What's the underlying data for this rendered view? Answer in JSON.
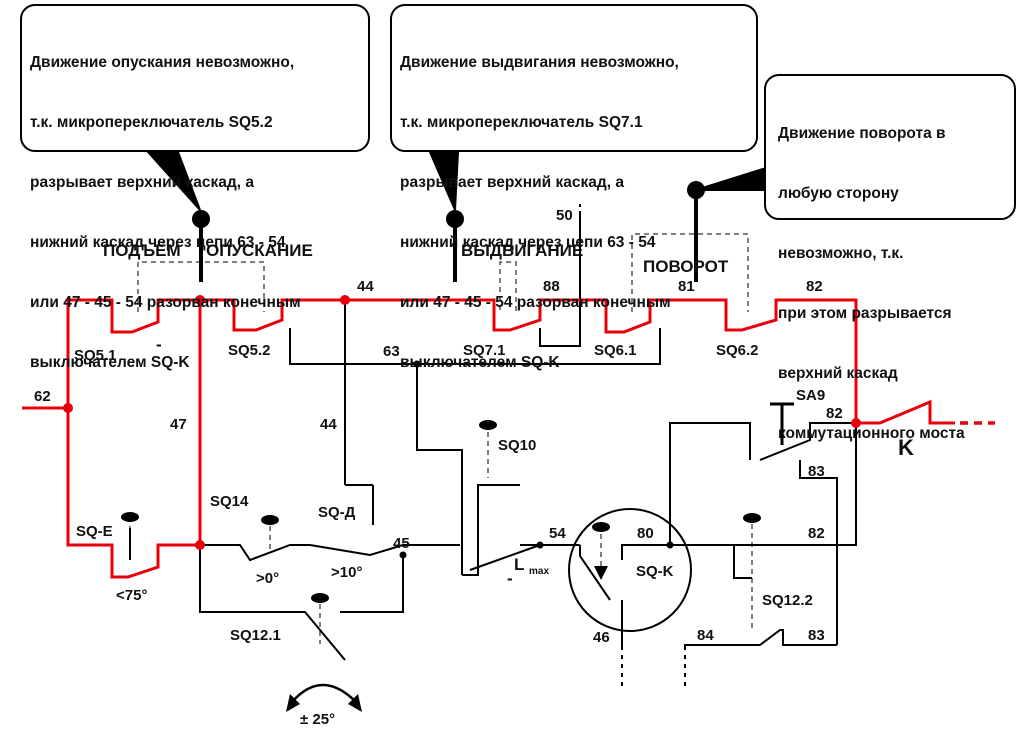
{
  "callouts": {
    "descent": {
      "lines": [
        "Движение опускания невозможно,",
        "т.к. микропереключатель SQ5.2",
        "разрывает верхний каскад, а",
        "нижний каскад через цепи 63 - 54",
        "или 47 - 45 - 54 разорван конечным",
        "выключателем SQ-K"
      ]
    },
    "extension": {
      "lines": [
        "Движение выдвигания невозможно,",
        "т.к. микропереключатель SQ7.1",
        "разрывает верхний каскад, а",
        "нижний каскад через цепи 63 - 54",
        "или 47 - 45 - 54 разорван конечным",
        "выключателем SQ-K"
      ]
    },
    "rotation": {
      "lines": [
        "Движение поворота в",
        "любую сторону",
        "невозможно, т.к.",
        "при этом разрывается",
        "верхний каскад",
        "коммутационного моста"
      ]
    }
  },
  "labels": {
    "lift": "ПОДЪЁМ",
    "descent": "ОПУСКАНИЕ",
    "extension": "ВЫДВИГАНИЕ",
    "rotation": "ПОВОРОТ",
    "minus_top": "-",
    "minus_bottom": "-",
    "sq51": "SQ5.1",
    "sq52": "SQ5.2",
    "sq71": "SQ7.1",
    "sq61": "SQ6.1",
    "sq62": "SQ6.2",
    "sqe": "SQ-E",
    "sq14": "SQ14",
    "sqd": "SQ-Д",
    "sq10": "SQ10",
    "sq121": "SQ12.1",
    "sq122": "SQ12.2",
    "sqk": "SQ-K",
    "sa9": "SA9",
    "k": "K",
    "lmax_l": "L",
    "lmax_sub": "max",
    "angle_75": "<75°",
    "angle_0": ">0°",
    "angle_10": ">10°",
    "angle_25": "± 25°",
    "n62": "62",
    "n47": "47",
    "n44_top": "44",
    "n44_mid": "44",
    "n63": "63",
    "n88": "88",
    "n50": "50",
    "n81": "81",
    "n82_top": "82",
    "n82_right": "82",
    "n82_bottom": "82",
    "n83_mid": "83",
    "n83_bottom": "83",
    "n45": "45",
    "n54": "54",
    "n80": "80",
    "n46": "46",
    "n84": "84"
  },
  "colors": {
    "active_circuit": "#e8000b",
    "wire": "#000000",
    "text": "#111111",
    "background": "#ffffff"
  }
}
